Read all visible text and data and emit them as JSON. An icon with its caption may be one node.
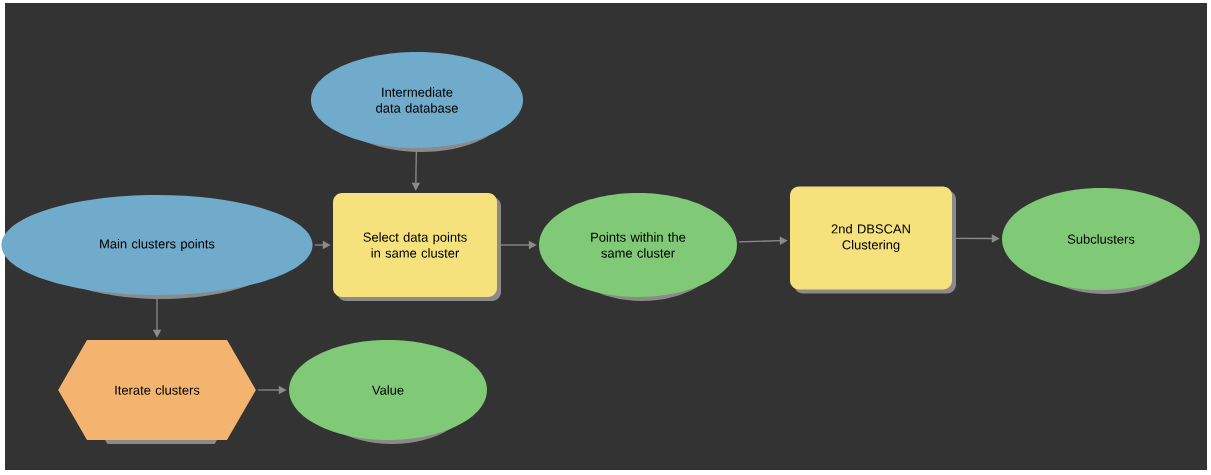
{
  "diagram": {
    "nodes": [
      {
        "text": [
          "Intermediate data database"
        ]
      },
      {
        "text": [
          "Main clusters points"
        ]
      },
      {
        "text": [
          "Select data points in same cluster"
        ]
      },
      {
        "text": [
          "Points within the same cluster"
        ]
      },
      {
        "text": [
          "2nd DBSCAN Clustering"
        ]
      },
      {
        "text": [
          "Subclusters"
        ]
      },
      {
        "text": [
          "Iterate clusters"
        ]
      },
      {
        "text": [
          "Value"
        ]
      }
    ],
    "edges": [
      {
        "from": 0,
        "to": 2,
        "arrow": "to"
      },
      {
        "from": 1,
        "to": 2,
        "arrow": "to"
      },
      {
        "from": 2,
        "to": 3,
        "arrow": "to"
      },
      {
        "from": 3,
        "to": 4,
        "arrow": "to"
      },
      {
        "from": 4,
        "to": 5,
        "arrow": "to"
      },
      {
        "from": 1,
        "to": 6,
        "arrow": "to"
      },
      {
        "from": 6,
        "to": 7,
        "arrow": "to"
      }
    ]
  }
}
